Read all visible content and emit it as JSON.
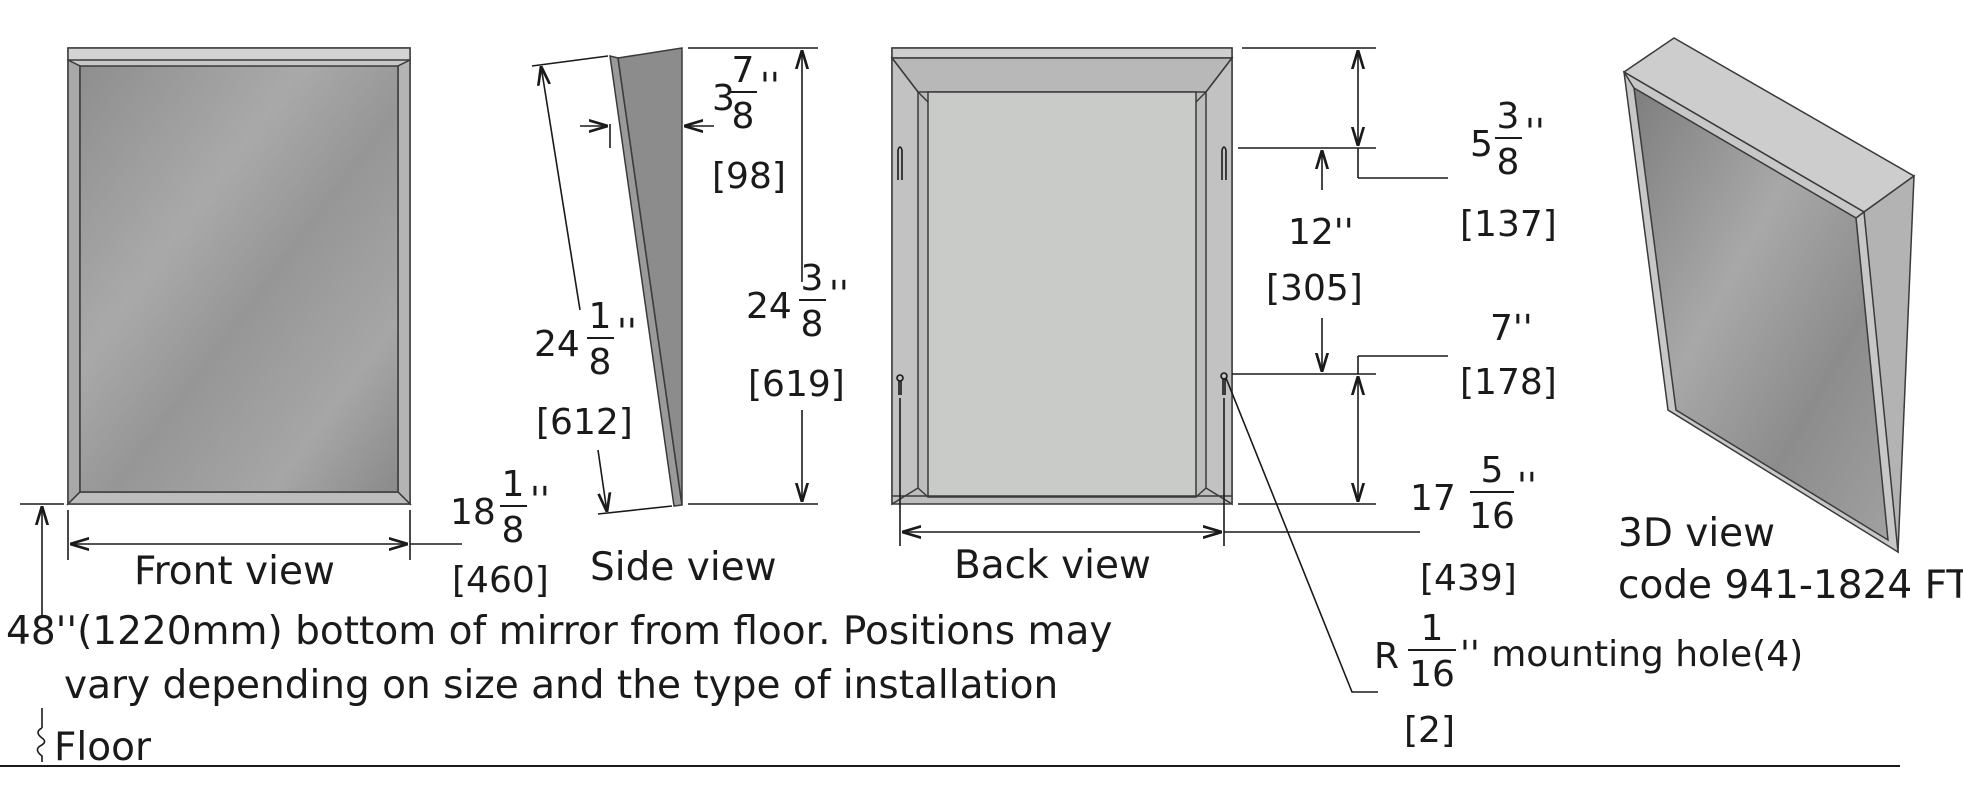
{
  "views": {
    "front": "Front view",
    "side": "Side view",
    "back": "Back view",
    "iso": "3D view",
    "code": "code 941-1824 FT"
  },
  "dims": {
    "side_depth": {
      "whole": "3",
      "num": "7",
      "den": "8",
      "inch": "''",
      "mm": "[98]"
    },
    "side_diag": {
      "whole": "24",
      "num": "1",
      "den": "8",
      "inch": "''",
      "mm": "[612]"
    },
    "height": {
      "whole": "24",
      "num": "3",
      "den": "8",
      "inch": "''",
      "mm": "[619]"
    },
    "width": {
      "whole": "18",
      "num": "1",
      "den": "8",
      "inch": "''",
      "mm": "[460]"
    },
    "top_offset": {
      "whole": "5",
      "num": "3",
      "den": "8",
      "inch": "''",
      "mm": "[137]"
    },
    "hole_spacing": {
      "text": "12''",
      "mm": "[305]"
    },
    "bottom_offset": {
      "text": "7''",
      "mm": "[178]"
    },
    "hole_span": {
      "whole": "17",
      "num": "5",
      "den": "16",
      "inch": "''",
      "mm": "[439]"
    },
    "hole_radius": {
      "prefix": "R",
      "num": "1",
      "den": "16",
      "suffix": "'' mounting hole(4)",
      "mm": "[2]"
    }
  },
  "note": {
    "line1": "48''(1220mm) bottom of mirror from floor. Positions may",
    "line2": "vary depending on size and the type of installation",
    "floor": "Floor"
  }
}
